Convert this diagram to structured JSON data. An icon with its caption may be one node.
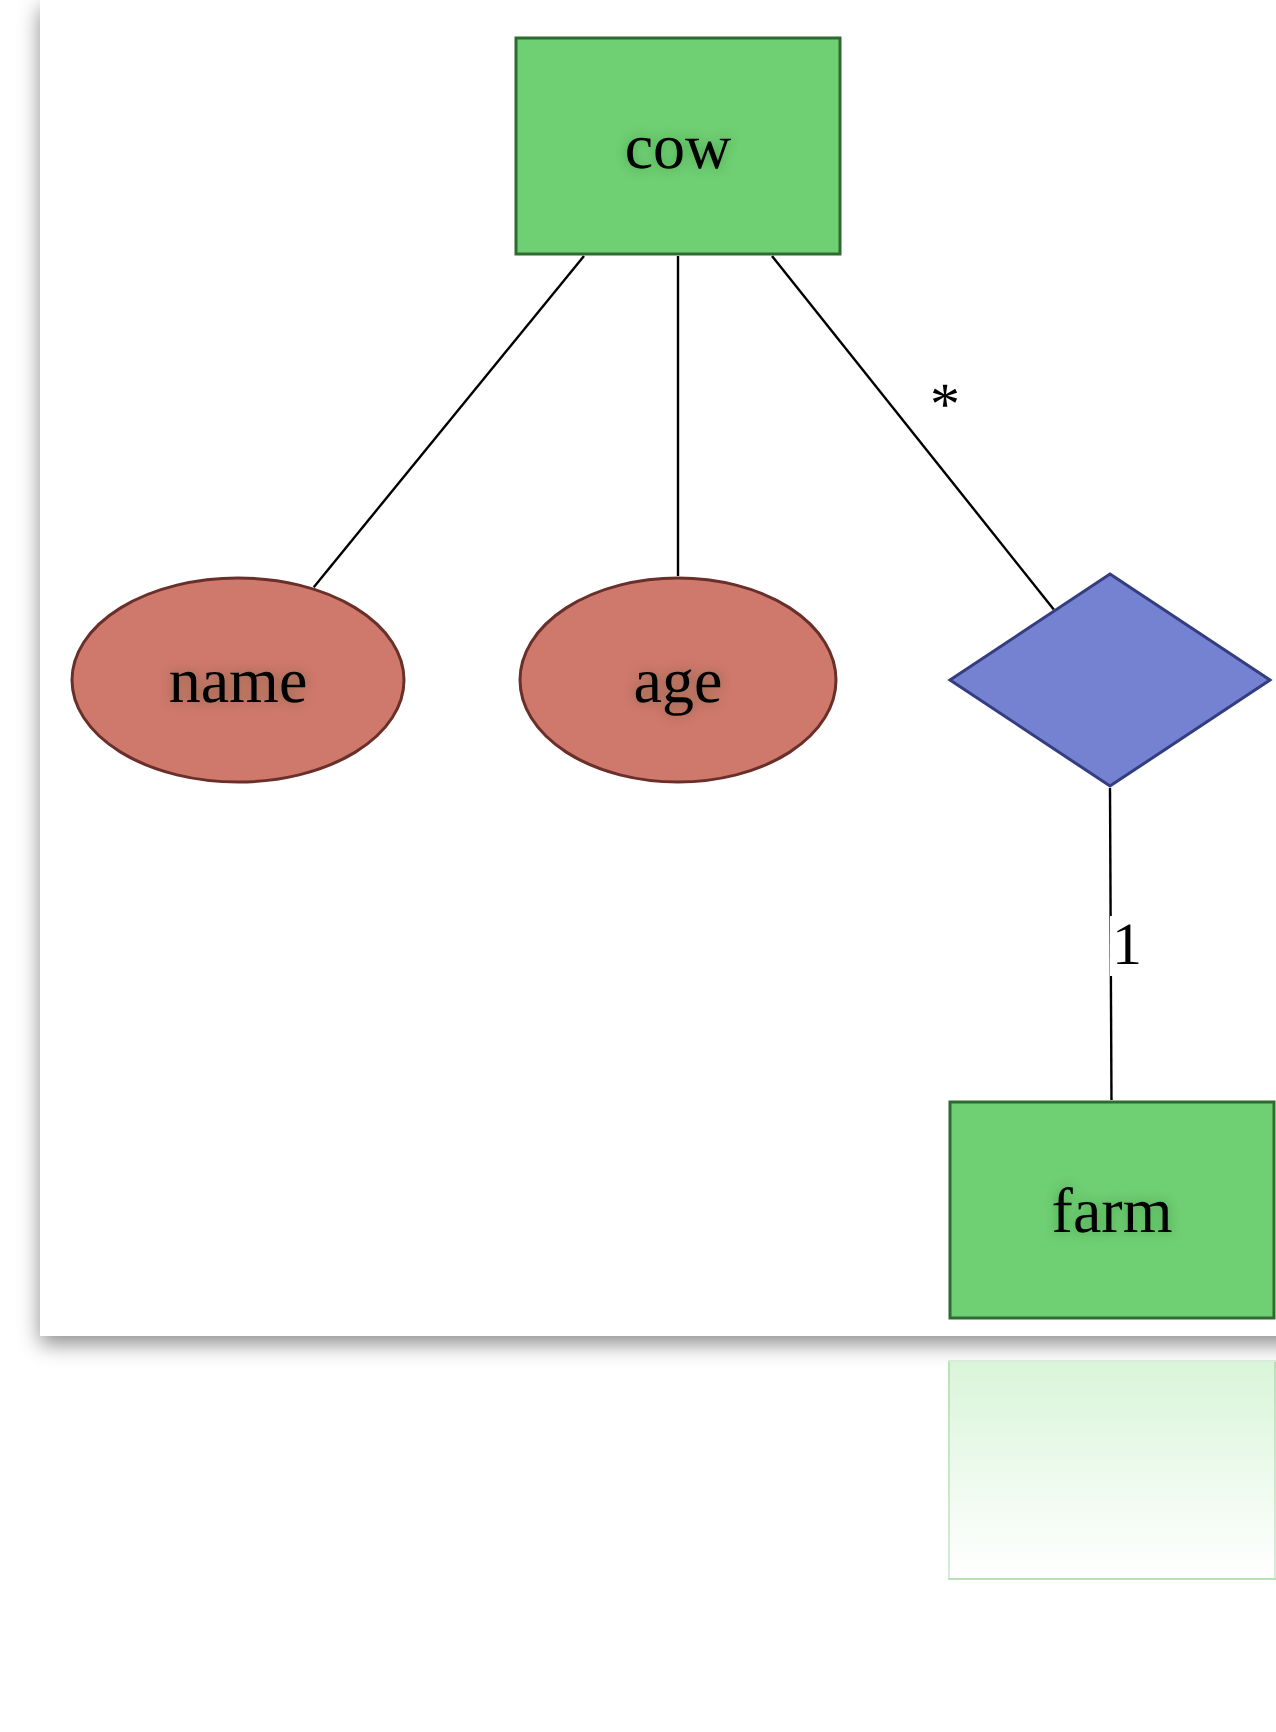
{
  "diagram": {
    "nodes": [
      {
        "text": [
          "cow"
        ]
      },
      {
        "text": [
          "name"
        ]
      },
      {
        "text": [
          "age"
        ]
      },
      {
        "text": [],
        "shape": "diamond"
      },
      {
        "text": [
          "farm"
        ]
      }
    ],
    "edges": [
      {
        "from": 0,
        "to": 1,
        "arrow": "none"
      },
      {
        "from": 0,
        "to": 2,
        "arrow": "none"
      },
      {
        "from": 0,
        "to": 3,
        "arrow": "none",
        "label": "*"
      },
      {
        "from": 3,
        "to": 4,
        "arrow": "none",
        "label": "1"
      }
    ]
  }
}
